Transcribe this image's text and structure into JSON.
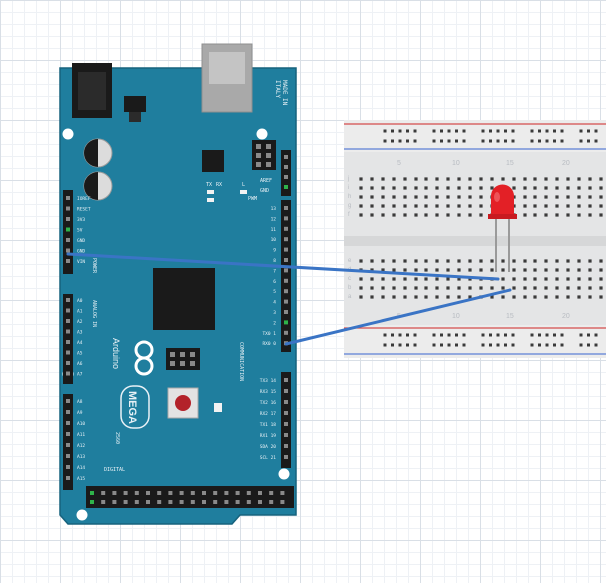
{
  "board": {
    "brand": "Arduino",
    "model": "MEGA",
    "variant": "2560",
    "made_in_line1": "MADE IN",
    "made_in_line2": "ITALY",
    "aref": "AREF",
    "gnd": "GND",
    "pwm": "PWM",
    "power_header": [
      "IOREF",
      "RESET",
      "3V3",
      "5V",
      "GND",
      "GND",
      "VIN"
    ],
    "power_section": "POWER",
    "analog_section": "ANALOG IN",
    "analog_left": [
      "A0",
      "A1",
      "A2",
      "A3",
      "A4",
      "A5",
      "A6",
      "A7"
    ],
    "analog_right": [
      "A8",
      "A9",
      "A10",
      "A11",
      "A12",
      "A13",
      "A14",
      "A15"
    ],
    "pwm_pins": [
      "13",
      "12",
      "11",
      "10",
      "9",
      "8",
      "7",
      "6",
      "5",
      "4",
      "3",
      "2",
      "TX0 1",
      "RX0 0"
    ],
    "comm_section": "COMMUNICATION",
    "comm_pins": [
      "TX3 14",
      "RX3 15",
      "TX2 16",
      "RX2 17",
      "TX1 18",
      "RX1 19",
      "SDA 20",
      "SCL 21"
    ],
    "digital_section": "DIGITAL",
    "led_labels": [
      "TX",
      "RX",
      "L"
    ]
  },
  "breadboard": {
    "column_marks": [
      "5",
      "10",
      "15",
      "20"
    ],
    "row_marks": [
      "a",
      "b",
      "c",
      "d",
      "e",
      "f",
      "g",
      "h",
      "i",
      "j"
    ]
  },
  "colors": {
    "board": "#1f7e9e",
    "board_edge": "#16627d",
    "wire": "#3a74c5",
    "led": "#e32026",
    "breadboard": "#e4e5e6",
    "rail_red": "#d44d4d",
    "rail_blue": "#5b7fd6",
    "connected_hole": "#2fb34a"
  }
}
